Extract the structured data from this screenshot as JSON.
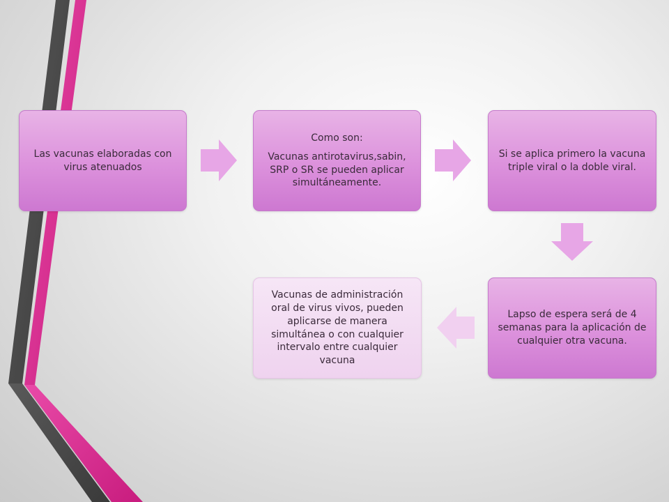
{
  "diagram": {
    "boxes": [
      {
        "id": "step-1",
        "title": "",
        "text": "Las vacunas elaboradas con virus atenuados"
      },
      {
        "id": "step-2",
        "title": "Como son:",
        "text": "Vacunas antirotavirus,sabin, SRP o SR se pueden aplicar simultáneamente."
      },
      {
        "id": "step-3",
        "title": "",
        "text": "Si se aplica primero la vacuna triple viral o la doble viral."
      },
      {
        "id": "step-4",
        "title": "",
        "text": "Lapso de espera será de 4 semanas para la aplicación de cualquier otra vacuna."
      },
      {
        "id": "step-5",
        "title": "",
        "text": "Vacunas de administración oral de virus vivos, pueden aplicarse de manera simultánea o con cualquier intervalo entre cualquier vacuna"
      }
    ],
    "arrows": [
      {
        "from": "step-1",
        "to": "step-2",
        "direction": "right"
      },
      {
        "from": "step-2",
        "to": "step-3",
        "direction": "right"
      },
      {
        "from": "step-3",
        "to": "step-4",
        "direction": "down"
      },
      {
        "from": "step-4",
        "to": "step-5",
        "direction": "left"
      }
    ]
  },
  "colors": {
    "box_fill": "#dc91dc",
    "box_fill_light": "#efd3ef",
    "arrow_fill": "#e7a6e6",
    "arrow_fill_light": "#f1d0f0",
    "stripe_gray": "#4a4a4a",
    "stripe_pink": "#e0359a"
  }
}
